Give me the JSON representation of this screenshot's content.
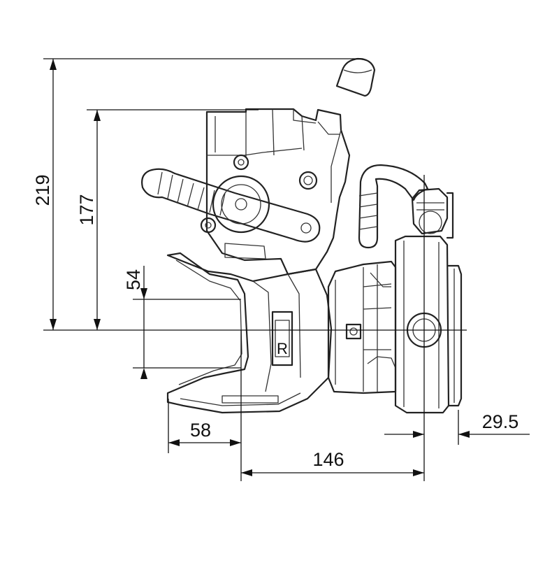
{
  "drawing": {
    "colors": {
      "line": "#222222",
      "background": "#ffffff"
    },
    "dimensions": {
      "overall_height": "219",
      "upper_height": "177",
      "jaw_opening": "54",
      "front_offset": "58",
      "flange_offset": "146",
      "plate_thickness": "29.5"
    },
    "labels": {
      "housing_letter": "R"
    }
  }
}
